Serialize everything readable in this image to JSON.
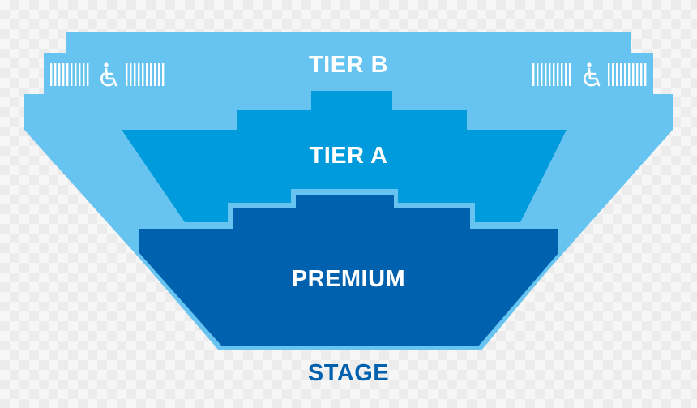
{
  "sections": {
    "tier_b": {
      "label": "TIER B",
      "color": "#67c4f0"
    },
    "tier_a": {
      "label": "TIER A",
      "color": "#009bdc"
    },
    "premium": {
      "label": "PREMIUM",
      "color": "#0061af"
    }
  },
  "stage": {
    "label": "STAGE",
    "color": "#0061af"
  },
  "accessibility": {
    "icon": "wheelchair-icon",
    "positions": [
      "left",
      "right"
    ],
    "color": "#ffffff"
  },
  "label_color": "#ffffff"
}
